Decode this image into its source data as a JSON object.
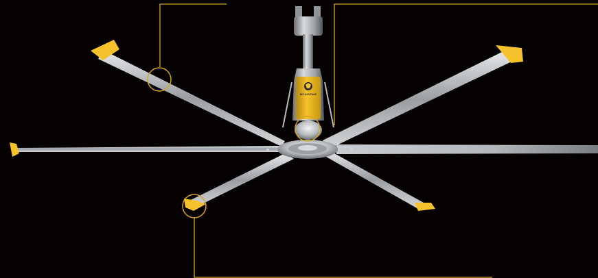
{
  "scene": {
    "subject": "fan-illustration",
    "background_color": "#050101",
    "accent_color": "#f0b323",
    "metal_color": "#c8cbcf",
    "callout_line_color": "#d9a521",
    "yellow_tip_color": "#f5c22c"
  },
  "hub": {
    "logo_text": "BIG ASS FANS"
  },
  "blade_count": 6,
  "callout_count": 3
}
